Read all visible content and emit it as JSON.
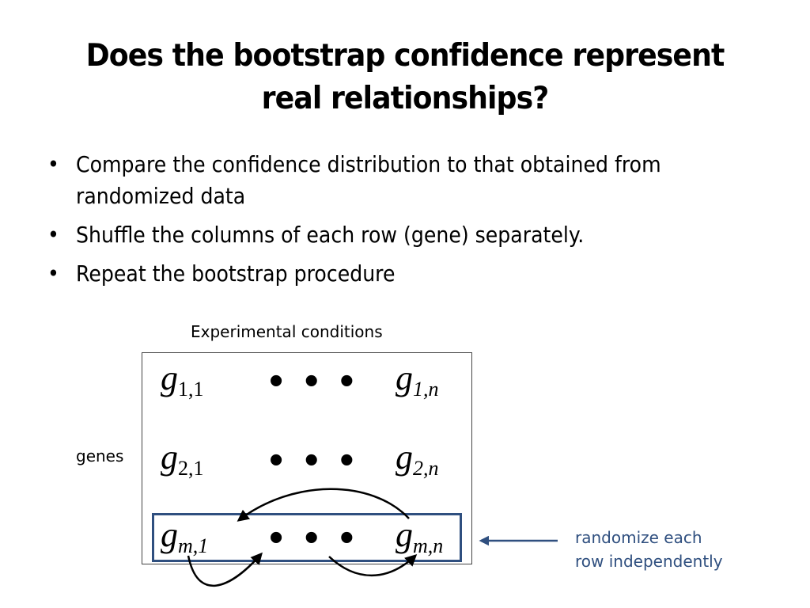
{
  "slide": {
    "title": "Does the bootstrap confidence represent real relationships?",
    "bullets": [
      "Compare the confidence distribution to that obtained from randomized data",
      "Shuffle the columns of each row (gene) separately.",
      "Repeat the bootstrap procedure"
    ],
    "bullet_glyph": "•"
  },
  "diagram": {
    "col_label": "Experimental conditions",
    "row_label": "genes",
    "ellipsis": "• • •",
    "rows": [
      {
        "first": "g",
        "first_sub": "1,1",
        "last": "g",
        "last_sub": "1,n"
      },
      {
        "first": "g",
        "first_sub": "2,1",
        "last": "g",
        "last_sub": "2,n"
      },
      {
        "first": "g",
        "first_sub": "m,1",
        "last": "g",
        "last_sub": "m,n"
      }
    ],
    "annotation": [
      "randomize each",
      "row independently"
    ],
    "accent_color": "#2f4f7f"
  }
}
